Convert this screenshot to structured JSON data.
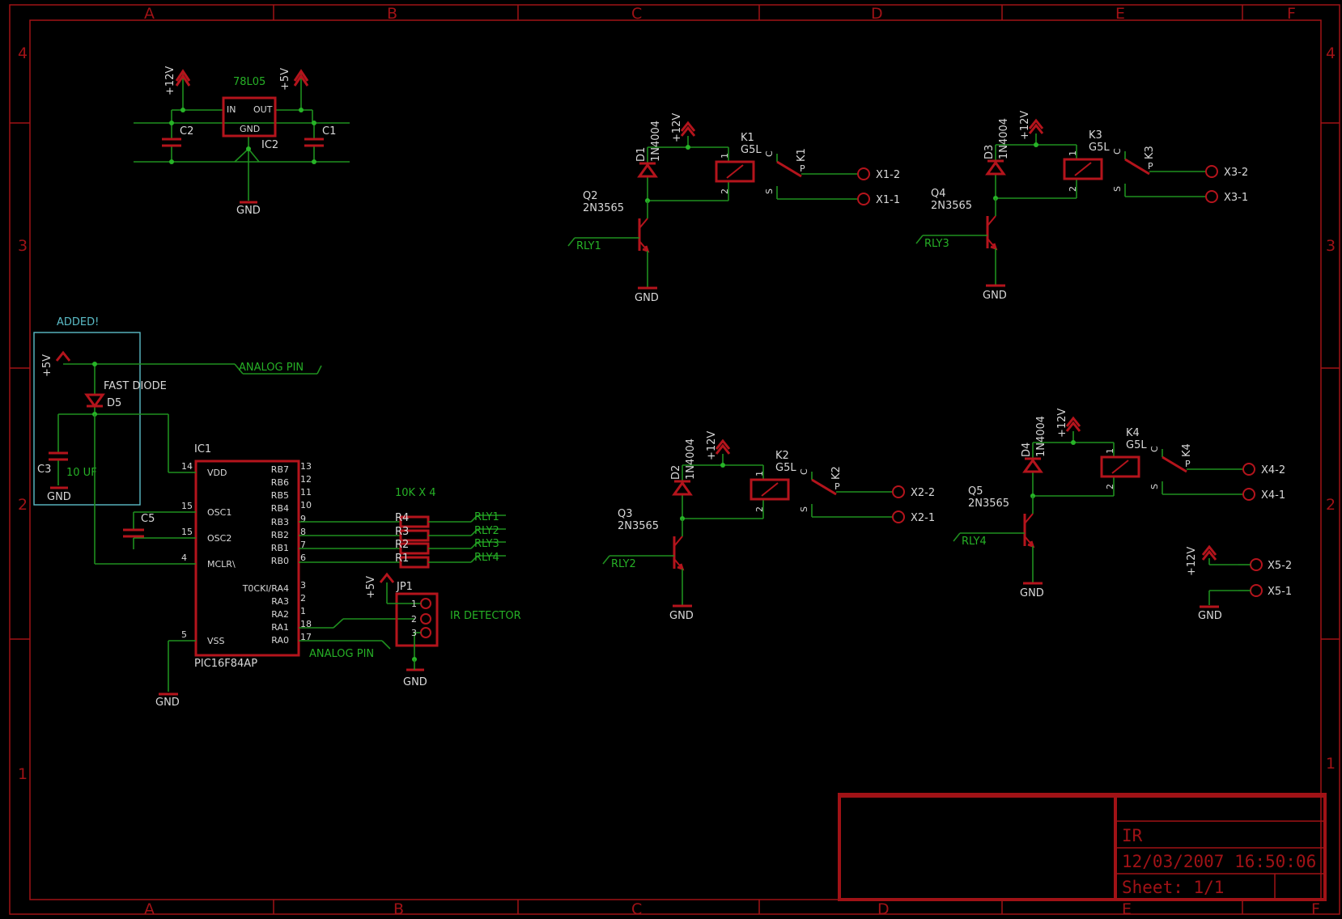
{
  "frame": {
    "columns": [
      "A",
      "B",
      "C",
      "D",
      "E",
      "F"
    ],
    "rows": [
      "4",
      "3",
      "2",
      "1"
    ]
  },
  "title_block": {
    "title": "IR",
    "datetime": "12/03/2007 16:50:06",
    "sheet": "Sheet: 1/1"
  },
  "regulator": {
    "name": "IC2",
    "value": "78L05",
    "pin_in": "IN",
    "pin_out": "OUT",
    "pin_gnd": "GND",
    "cap_left": "C2",
    "cap_right": "C1",
    "supply_in": "+12V",
    "supply_out": "+5V",
    "gnd": "GND"
  },
  "added_box": {
    "title": "ADDED!",
    "supply": "+5V",
    "net": "ANALOG PIN",
    "diode_desc": "FAST DIODE",
    "diode": "D5",
    "cap": "C3",
    "cap_value": "10 UF",
    "gnd": "GND"
  },
  "mcu": {
    "name": "IC1",
    "value": "PIC16F84AP",
    "left_pins": [
      {
        "num": "14",
        "name": "VDD"
      },
      {
        "num": "15",
        "name": "OSC1"
      },
      {
        "num": "15",
        "name": "OSC2"
      },
      {
        "num": "4",
        "name": "MCLR\\"
      },
      {
        "num": "5",
        "name": "VSS"
      }
    ],
    "right_pins": [
      {
        "num": "13",
        "name": "RB7"
      },
      {
        "num": "12",
        "name": "RB6"
      },
      {
        "num": "11",
        "name": "RB5"
      },
      {
        "num": "10",
        "name": "RB4"
      },
      {
        "num": "9",
        "name": "RB3"
      },
      {
        "num": "8",
        "name": "RB2"
      },
      {
        "num": "7",
        "name": "RB1"
      },
      {
        "num": "6",
        "name": "RB0"
      },
      {
        "num": "3",
        "name": "T0CKI/RA4"
      },
      {
        "num": "2",
        "name": "RA3"
      },
      {
        "num": "1",
        "name": "RA2"
      },
      {
        "num": "18",
        "name": "RA1"
      },
      {
        "num": "17",
        "name": "RA0"
      }
    ],
    "osc_cap": "C5",
    "gnd": "GND",
    "analog_net": "ANALOG PIN"
  },
  "resistor_array": {
    "value": "10K X 4",
    "resistors": [
      "R4",
      "R3",
      "R2",
      "R1"
    ],
    "nets": [
      "RLY1",
      "RLY2",
      "RLY3",
      "RLY4"
    ]
  },
  "ir_detector": {
    "name": "JP1",
    "label": "IR DETECTOR",
    "supply": "+5V",
    "pins": [
      "1",
      "2",
      "3"
    ],
    "gnd": "GND"
  },
  "relay_stages": [
    {
      "transistor": "Q2",
      "t_value": "2N3565",
      "diode": "D1",
      "d_value": "1N4004",
      "relay": "K1",
      "r_value": "G5L",
      "net": "RLY1",
      "supply": "+12V",
      "gnd": "GND",
      "out_a": "X1-2",
      "out_b": "X1-1",
      "coil_pins": [
        "1",
        "2"
      ],
      "contact_pins": [
        "C",
        "P",
        "S"
      ]
    },
    {
      "transistor": "Q4",
      "t_value": "2N3565",
      "diode": "D3",
      "d_value": "1N4004",
      "relay": "K3",
      "r_value": "G5L",
      "net": "RLY3",
      "supply": "+12V",
      "gnd": "GND",
      "out_a": "X3-2",
      "out_b": "X3-1",
      "coil_pins": [
        "1",
        "2"
      ],
      "contact_pins": [
        "C",
        "P",
        "S"
      ]
    },
    {
      "transistor": "Q3",
      "t_value": "2N3565",
      "diode": "D2",
      "d_value": "1N4004",
      "relay": "K2",
      "r_value": "G5L",
      "net": "RLY2",
      "supply": "+12V",
      "gnd": "GND",
      "out_a": "X2-2",
      "out_b": "X2-1",
      "coil_pins": [
        "1",
        "2"
      ],
      "contact_pins": [
        "C",
        "P",
        "S"
      ]
    },
    {
      "transistor": "Q5",
      "t_value": "2N3565",
      "diode": "D4",
      "d_value": "1N4004",
      "relay": "K4",
      "r_value": "G5L",
      "net": "RLY4",
      "supply": "+12V",
      "gnd": "GND",
      "out_a": "X4-2",
      "out_b": "X4-1",
      "coil_pins": [
        "1",
        "2"
      ],
      "contact_pins": [
        "C",
        "P",
        "S"
      ]
    }
  ],
  "power_out": {
    "supply": "+12V",
    "gnd": "GND",
    "out_a": "X5-2",
    "out_b": "X5-1"
  },
  "colors": {
    "frame": "#a01216",
    "symbol": "#b4141c",
    "wire": "#1f8f1f",
    "net_label": "#26b026",
    "added_box": "#5bbcc7",
    "background": "#000000"
  }
}
